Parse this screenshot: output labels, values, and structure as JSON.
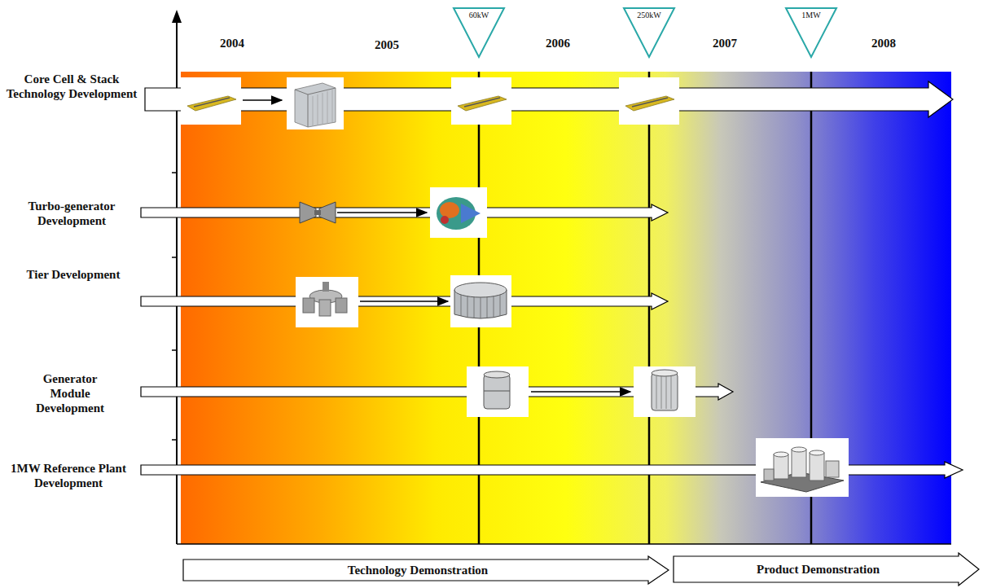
{
  "diagram": {
    "nodes": [
      {
        "text": [
          "60kW"
        ]
      },
      {
        "text": [
          "250kW"
        ]
      },
      {
        "text": [
          "1MW"
        ]
      },
      {
        "text": [
          "Technology Demonstration"
        ]
      },
      {
        "text": [
          "Product Demonstration"
        ]
      }
    ],
    "labels": [
      "2004",
      "2005",
      "2006",
      "2007",
      "2008",
      "Core Cell & Stack Technology Development",
      "Turbo-generator Development",
      "Tier Development",
      "Generator Module Development",
      "1MW Reference Plant Development"
    ]
  }
}
